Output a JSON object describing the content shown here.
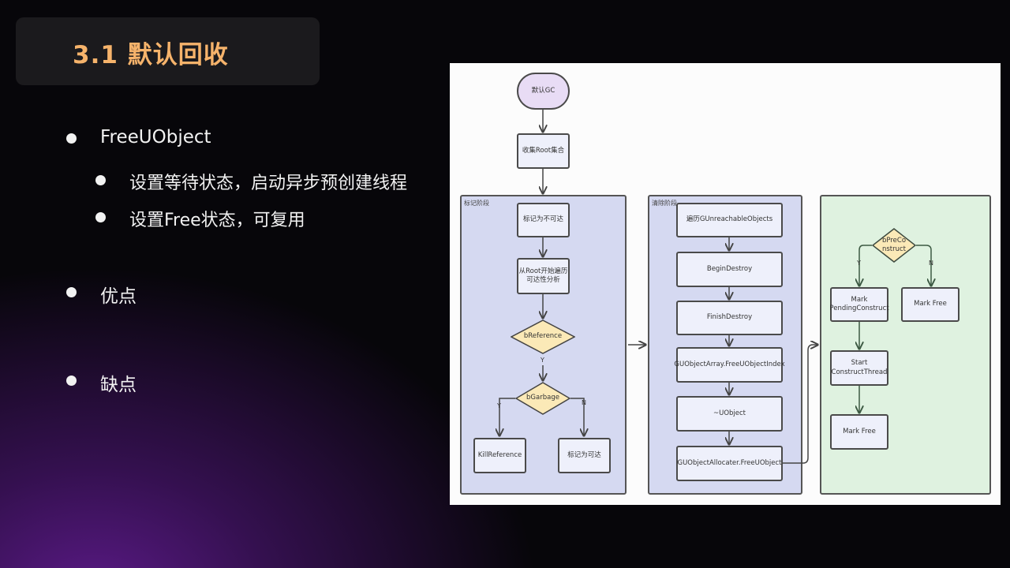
{
  "slide": {
    "title": "3.1 默认回收",
    "bullets": [
      {
        "text": "FreeUObject",
        "sub": [
          "设置等待状态，启动异步预创建线程",
          "设置Free状态，可复用"
        ]
      },
      {
        "text": "优点"
      },
      {
        "text": "缺点"
      }
    ]
  },
  "diagram": {
    "start": "默认GC",
    "collect_root": "收集Root集合",
    "mark_phase": {
      "label": "标记阶段",
      "mark_unreachable": "标记为不可达",
      "traverse": "从Root开始遍历\n可达性分析",
      "decision_reference": "bReference",
      "decision_garbage": "bGarbage",
      "kill_reference": "KillReference",
      "mark_reachable": "标记为可达"
    },
    "sweep_phase": {
      "label": "清除阶段",
      "steps": [
        "遍历GUnreachableObjects",
        "BeginDestroy",
        "FinishDestroy",
        "GUObjectArray.FreeUObjectIndex",
        "~UObject",
        "GUObjectAllocater.FreeUObject"
      ]
    },
    "free_phase": {
      "decision_preconstruct": "bPreCo\nnstruct",
      "mark_pending": "Mark\nPendingConstruct",
      "mark_free_n": "Mark Free",
      "start_thread": "Start\nConstructThread",
      "mark_free_y": "Mark Free"
    },
    "yes": "Y",
    "no": "N",
    "colors": {
      "start": "#e8dcf5",
      "mark_group": "#d5d9f1",
      "sweep_group": "#d5d9f1",
      "free_group": "#dff2e0",
      "decision": "#fbe9b7",
      "node": "#eef0fb"
    }
  }
}
